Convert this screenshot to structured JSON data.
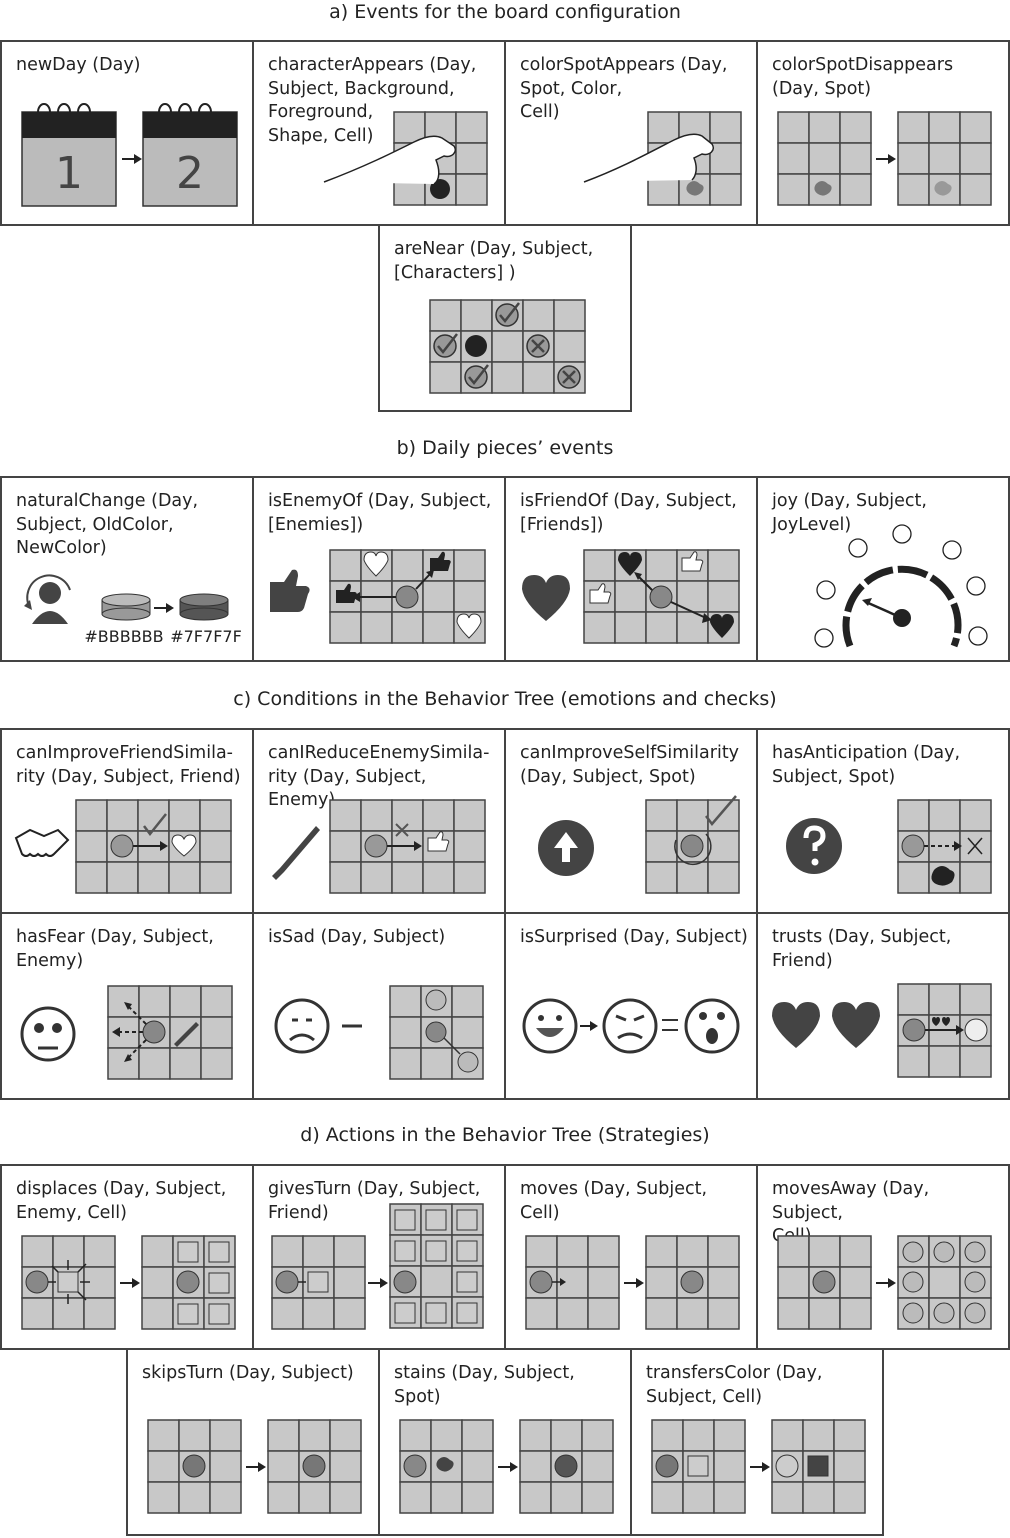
{
  "sections": {
    "a": "a) Events for the board configuration",
    "b": "b) Daily pieces’ events",
    "c": "c) Conditions in the Behavior Tree (emotions and checks)",
    "d": "d) Actions in the Behavior Tree (Strategies)"
  },
  "panels": {
    "newDay": "newDay (Day)",
    "characterAppears": "characterAppears (Day,\nSubject, Background,\nForeground,\nShape, Cell)",
    "colorSpotAppears": "colorSpotAppears (Day,\n  Spot, Color,\n  Cell)",
    "colorSpotDisappears": "colorSpotDisappears\n(Day,   Spot)",
    "areNear": "areNear (Day, Subject,\n  [Characters] )",
    "naturalChange": "naturalChange (Day,\n  Subject, OldColor,\n  NewColor)",
    "isEnemyOf": "isEnemyOf (Day, Subject,\n  [Enemies])",
    "isFriendOf": "isFriendOf (Day, Subject,\n  [Friends])",
    "joy": "joy (Day,   Subject,\nJoyLevel)",
    "canImproveFriendSimilarity": "canImproveFriendSimila-\nrity (Day, Subject, Friend)",
    "canIReduceEnemySimilarity": "canIReduceEnemySimila-\nrity (Day, Subject, Enemy)",
    "canImproveSelfSimilarity": "canImproveSelfSimilarity\n(Day, Subject, Spot)",
    "hasAnticipation": "hasAnticipation (Day,\nSubject, Spot)",
    "hasFear": "hasFear (Day,   Subject,\n  Enemy)",
    "isSad": "isSad (Day,   Subject)",
    "isSurprised": "isSurprised (Day, Subject)",
    "trusts": "trusts (Day, Subject,\n  Friend)",
    "displaces": "displaces (Day, Subject,\n  Enemy, Cell)",
    "givesTurn": "givesTurn (Day, Subject,\n  Friend)",
    "moves": "moves (Day, Subject, Cell)",
    "movesAway": "movesAway (Day, Subject,\n  Cell)",
    "skipsTurn": "skipsTurn (Day, Subject)",
    "stains": "stains (Day, Subject, Spot)",
    "transfersColor": "transfersColor (Day,\n  Subject, Cell)"
  },
  "calendar": {
    "day1": "1",
    "day2": "2"
  },
  "colors": {
    "old": "#BBBBBB",
    "new": "#7F7F7F"
  },
  "icon_names": [
    "calendar-icon",
    "hand-icon",
    "check-icon",
    "cross-icon",
    "heart-icon",
    "thumbs-down-icon",
    "arrow-up-icon",
    "question-icon",
    "handshake-icon",
    "sword-icon",
    "face-icon",
    "disk-icon",
    "gauge-icon"
  ]
}
